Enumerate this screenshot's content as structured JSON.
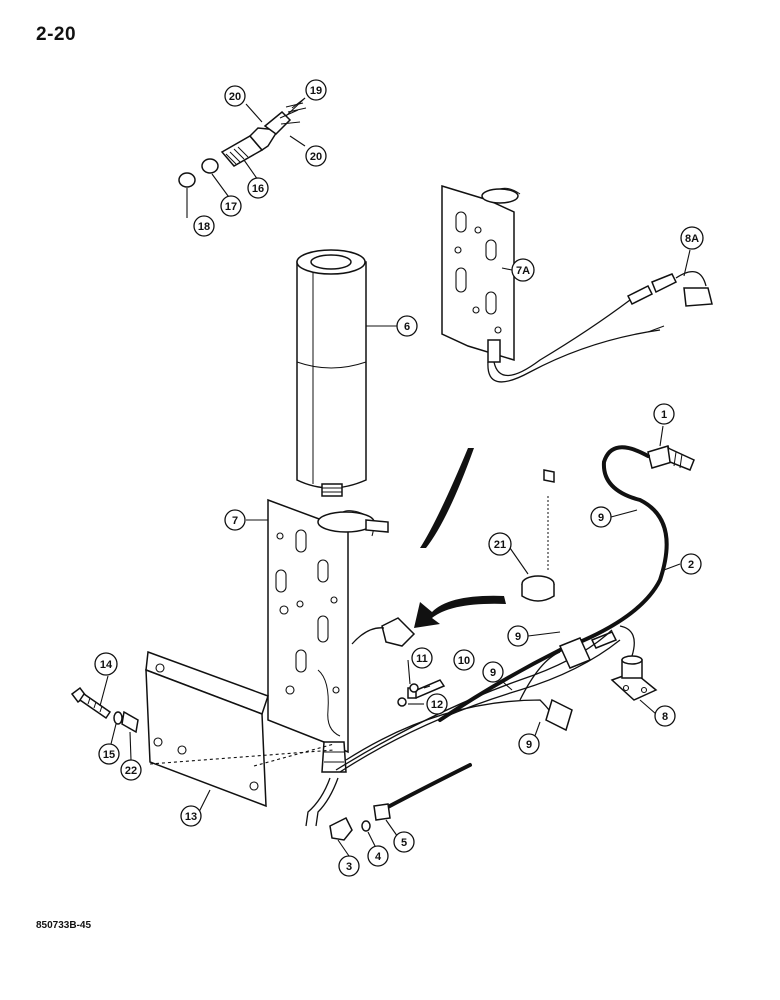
{
  "header": {
    "page_number": "2-20"
  },
  "footer": {
    "doc_code": "850733B-45"
  },
  "callouts": {
    "c1": "1",
    "c2": "2",
    "c3": "3",
    "c4": "4",
    "c5": "5",
    "c6": "6",
    "c7": "7",
    "c7a": "7A",
    "c8": "8",
    "c8a": "8A",
    "c9a": "9",
    "c9b": "9",
    "c9c": "9",
    "c9d": "9",
    "c10": "10",
    "c11": "11",
    "c12": "12",
    "c13": "13",
    "c14": "14",
    "c15": "15",
    "c16": "16",
    "c17": "17",
    "c18": "18",
    "c19": "19",
    "c20a": "20",
    "c20b": "20",
    "c21": "21",
    "c22": "22"
  }
}
